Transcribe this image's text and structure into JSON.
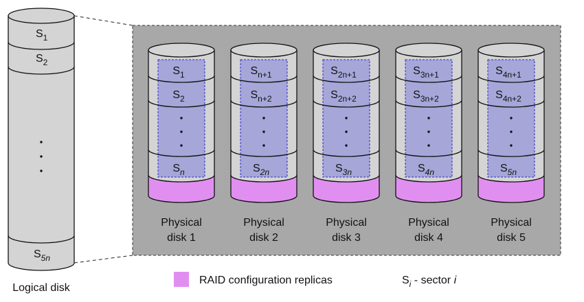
{
  "logical_disk": {
    "label": "Logical disk",
    "sectors_top": [
      {
        "base": "S",
        "sub": "1"
      },
      {
        "base": "S",
        "sub": "2"
      }
    ],
    "ellipsis": "...",
    "sector_last": {
      "base": "S",
      "sub": "5n"
    }
  },
  "physical_disks": [
    {
      "label_line1": "Physical",
      "label_line2": "disk 1",
      "sectors": [
        {
          "base": "S",
          "sub": "1"
        },
        {
          "base": "S",
          "sub": "2"
        },
        {
          "base": "S",
          "sub": "n"
        }
      ]
    },
    {
      "label_line1": "Physical",
      "label_line2": "disk 2",
      "sectors": [
        {
          "base": "S",
          "sub": "n+1"
        },
        {
          "base": "S",
          "sub": "n+2"
        },
        {
          "base": "S",
          "sub": "2n"
        }
      ]
    },
    {
      "label_line1": "Physical",
      "label_line2": "disk 3",
      "sectors": [
        {
          "base": "S",
          "sub": "2n+1"
        },
        {
          "base": "S",
          "sub": "2n+2"
        },
        {
          "base": "S",
          "sub": "3n"
        }
      ]
    },
    {
      "label_line1": "Physical",
      "label_line2": "disk 4",
      "sectors": [
        {
          "base": "S",
          "sub": "3n+1"
        },
        {
          "base": "S",
          "sub": "3n+2"
        },
        {
          "base": "S",
          "sub": "4n"
        }
      ]
    },
    {
      "label_line1": "Physical",
      "label_line2": "disk 5",
      "sectors": [
        {
          "base": "S",
          "sub": "4n+1"
        },
        {
          "base": "S",
          "sub": "4n+2"
        },
        {
          "base": "S",
          "sub": "5n"
        }
      ]
    }
  ],
  "legend": {
    "replicas_label": "RAID configuration replicas",
    "sector_base": "S",
    "sector_sub": "i",
    "sector_text": " - sector ",
    "sector_var": "i"
  },
  "colors": {
    "disk_body": "#d4d4d4",
    "panel": "#a8a8a8",
    "data_region": "#a6a6d8",
    "replica": "#e08ff0",
    "outline": "#111111"
  }
}
